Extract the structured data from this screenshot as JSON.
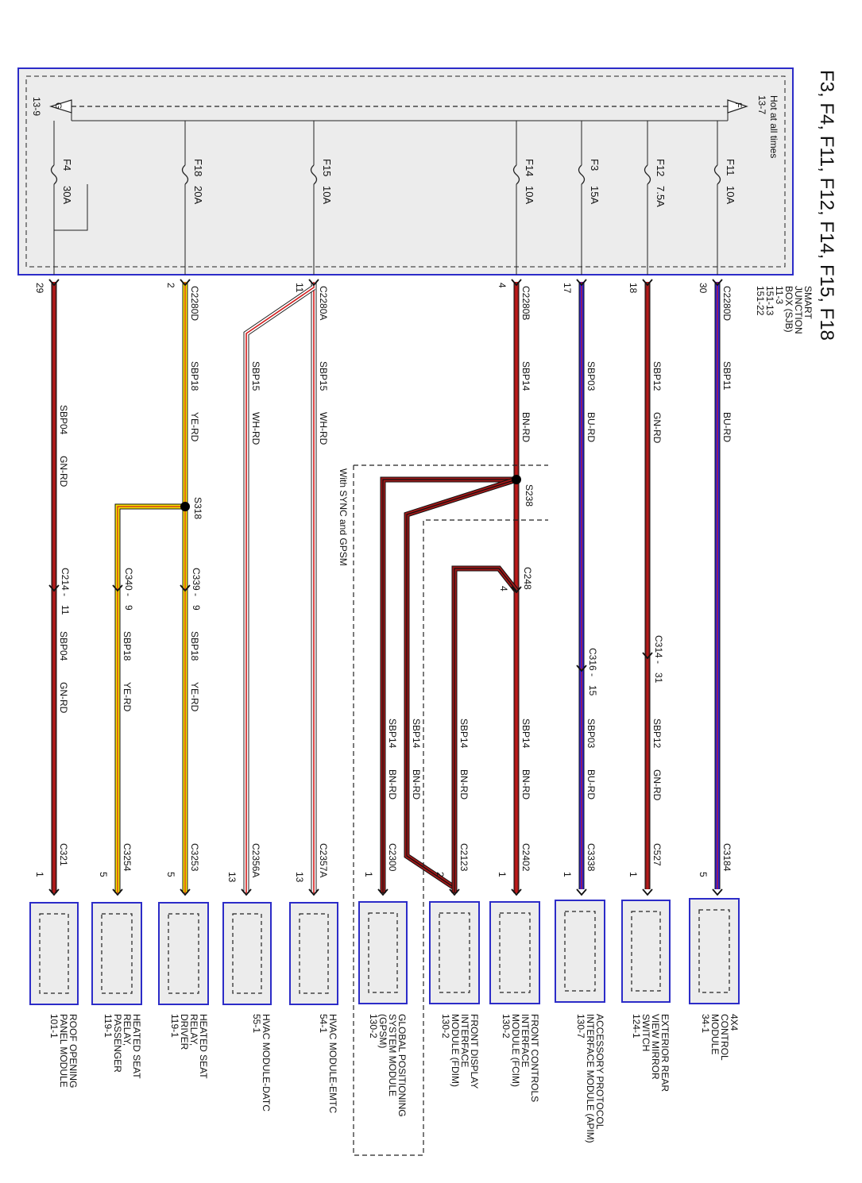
{
  "title": "F3, F4, F11, F12, F14, F15, F18",
  "junction_box": {
    "name": "SMART JUNCTION BOX (SJB)",
    "name_lines": [
      "SMART",
      "JUNCTION",
      "BOX (SJB)"
    ],
    "codes": [
      "11-3",
      "151-13",
      "151-22"
    ],
    "hot_at_all_times": "Hot at all times",
    "feed_f_pin": "13-7",
    "feed_f_letter": "F",
    "ground_g_pin": "13-9",
    "ground_g_letter": "G"
  },
  "fuses": [
    {
      "id": "F11",
      "rating": "10A"
    },
    {
      "id": "F12",
      "rating": "7.5A"
    },
    {
      "id": "F3",
      "rating": "15A"
    },
    {
      "id": "F14",
      "rating": "10A"
    },
    {
      "id": "F15",
      "rating": "10A"
    },
    {
      "id": "F18",
      "rating": "20A"
    },
    {
      "id": "F4",
      "rating": "30A"
    }
  ],
  "sjb_connectors": [
    {
      "name": "C2280D",
      "pin": "30"
    },
    {
      "name": "",
      "pin": "18"
    },
    {
      "name": "",
      "pin": "17"
    },
    {
      "name": "C2280B",
      "pin": "4"
    },
    {
      "name": "C2280A",
      "pin": "11"
    },
    {
      "name": "C2280D",
      "pin": "2"
    },
    {
      "name": "",
      "pin": "29"
    }
  ],
  "wire_colors": {
    "BU-RD": "#2a20d8",
    "GN-RD": "#8b1a1a",
    "BN-RD": "#a01818",
    "WH-RD": "#ffffff",
    "YE-RD": "#f5e600",
    "red": "#d21a1a"
  },
  "wires": [
    {
      "circuit": "SBP11",
      "color": "BU-RD"
    },
    {
      "circuit": "SBP12",
      "color": "GN-RD"
    },
    {
      "circuit": "SBP03",
      "color": "BU-RD"
    },
    {
      "circuit": "SBP14",
      "color": "BN-RD"
    },
    {
      "circuit": "SBP15",
      "color": "WH-RD"
    },
    {
      "circuit": "SBP15",
      "color": "WH-RD"
    },
    {
      "circuit": "SBP18",
      "color": "YE-RD"
    },
    {
      "circuit": "SBP04",
      "color": "GN-RD"
    }
  ],
  "lower_wires": [
    {
      "circuit": "SBP12",
      "color": "GN-RD"
    },
    {
      "circuit": "SBP03",
      "color": "BU-RD"
    },
    {
      "circuit": "SBP14",
      "color": "BN-RD"
    },
    {
      "circuit": "SBP14",
      "color": "BN-RD"
    },
    {
      "circuit": "SBP14",
      "color": "BN-RD"
    },
    {
      "circuit": "SBP14",
      "color": "BN-RD"
    },
    {
      "circuit": "SBP18",
      "color": "YE-RD"
    },
    {
      "circuit": "SBP18",
      "color": "YE-RD"
    },
    {
      "circuit": "SBP04",
      "color": "GN-RD"
    }
  ],
  "splices": [
    "S238",
    "S318"
  ],
  "inline_connectors": [
    {
      "name": "C314",
      "pin": "31"
    },
    {
      "name": "C316",
      "pin": "15"
    },
    {
      "name": "C248",
      "pin": "4"
    },
    {
      "name": "C339",
      "pin": "9"
    },
    {
      "name": "C340",
      "pin": "9"
    },
    {
      "name": "C214",
      "pin": "11"
    }
  ],
  "option_label": "With SYNC and GPSM",
  "module_connectors": [
    {
      "name": "C3184",
      "pin": "5"
    },
    {
      "name": "C527",
      "pin": "1"
    },
    {
      "name": "C3338",
      "pin": "1"
    },
    {
      "name": "C2402",
      "pin": "1"
    },
    {
      "name": "C2123",
      "pin": "2"
    },
    {
      "name": "C2300",
      "pin": "1"
    },
    {
      "name": "C2357A",
      "pin": "13"
    },
    {
      "name": "C2356A",
      "pin": "13"
    },
    {
      "name": "C3253",
      "pin": "5"
    },
    {
      "name": "C3254",
      "pin": "5"
    },
    {
      "name": "C321",
      "pin": "1"
    }
  ],
  "modules": [
    {
      "lines": [
        "4X4",
        "CONTROL",
        "MODULE",
        "34-1"
      ]
    },
    {
      "lines": [
        "EXTERIOR REAR",
        "VIEW MIRROR",
        "SWITCH",
        "124-1"
      ]
    },
    {
      "lines": [
        "ACCESSORY PROTOCOL",
        "INTERFACE MODULE (APIM)",
        "130-7"
      ]
    },
    {
      "lines": [
        "FRONT CONTROLS",
        "INTERFACE",
        "MODULE (FCIM)",
        "130-2"
      ]
    },
    {
      "lines": [
        "FRONT DISPLAY",
        "INTERFACE",
        "MODULE (FDIM)",
        "130-2"
      ]
    },
    {
      "lines": [
        "GLOBAL POSITIONING",
        "SYSTEM MODULE",
        "(GPSM)",
        "130-2"
      ]
    },
    {
      "lines": [
        "HVAC MODULE-EMTC",
        "54-1"
      ]
    },
    {
      "lines": [
        "HVAC MODULE-DATC",
        "55-1"
      ]
    },
    {
      "lines": [
        "HEATED SEAT",
        "RELAY,",
        "DRIVER",
        "119-1"
      ]
    },
    {
      "lines": [
        "HEATED SEAT",
        "RELAY,",
        "PASSENGER",
        "119-1"
      ]
    },
    {
      "lines": [
        "ROOF OPENING",
        "PANEL MODULE",
        "101-1"
      ]
    }
  ]
}
